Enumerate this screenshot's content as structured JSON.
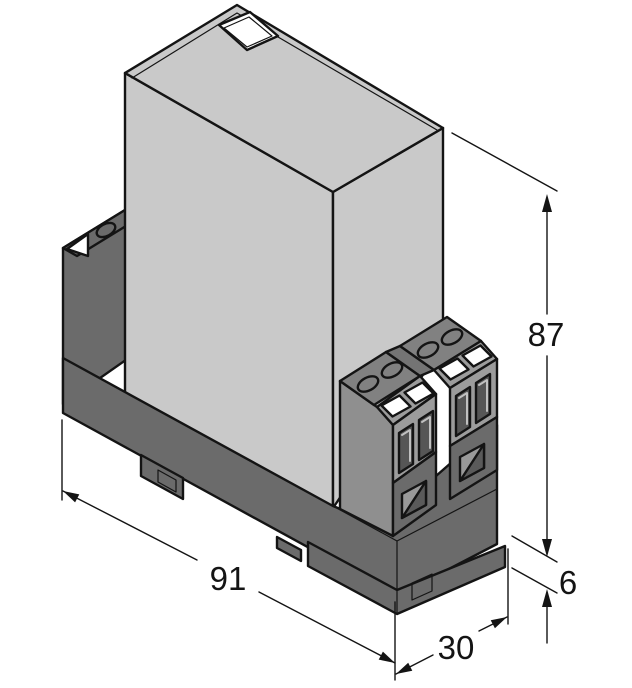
{
  "figure": {
    "type": "isometric-dimensional-drawing",
    "subject": "DIN-rail module housing",
    "dimensions": {
      "height": "87",
      "length": "91",
      "width": "30",
      "foot": "6"
    },
    "palette": {
      "background": "#ffffff",
      "line": "#141414",
      "housing": "#c9c9c9",
      "base": "#6b6b6b",
      "terminal_top": "#818181",
      "terminal_face": "#9c9c9c",
      "terminal_side": "#8f8f8f",
      "terminal_step": "#747474",
      "window_dark": "#565656",
      "window_light": "#ffffff",
      "clamp_square": "#999999",
      "clamp_shadow": "#5a5a5a"
    }
  }
}
